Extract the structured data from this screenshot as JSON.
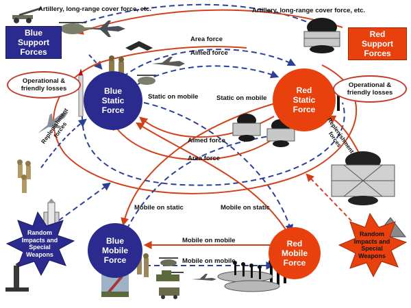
{
  "colors": {
    "blue": "#2a2a8f",
    "red": "#e8410d",
    "blue_arrow": "#2b3f96",
    "red_arrow": "#d2401a"
  },
  "boxes": {
    "blue_support": "Blue\nSupport\nForces",
    "red_support": "Red\nSupport\nForces"
  },
  "nodes": {
    "blue_static": "Blue\nStatic\nForce",
    "red_static": "Red\nStatic\nForce",
    "blue_mobile": "Blue\nMobile\nForce",
    "red_mobile": "Red\nMobile\nForce"
  },
  "losses": {
    "blue": "Operational &\nfriendly losses",
    "red": "Operational &\nfriendly losses"
  },
  "random": {
    "blue": "Random\nImpacts and\nSpecial\nWeapons",
    "red": "Random\nImpacts and\nSpecial\nWeapons"
  },
  "labels": {
    "artillery_blue": "Artillery, long-range cover force, etc.",
    "artillery_red": "Artillery, long-range cover force, etc.",
    "area_force_top": "Area force",
    "aimed_force_top": "Aimed force",
    "static_on_mobile_blue": "Static on mobile",
    "static_on_mobile_red": "Static on mobile",
    "aimed_force_mid": "Aimed force",
    "area_force_mid": "Area force",
    "replenishment_blue": "Replenishment\nforces",
    "replenishment_red": "Replenishment\nforces",
    "mobile_on_static_left": "Mobile on static",
    "mobile_on_static_right": "Mobile on static",
    "mobile_on_mobile_top": "Mobile on mobile",
    "mobile_on_mobile_bottom": "Mobile on mobile"
  },
  "icons": [
    "cannon-icon",
    "helicopter-icon",
    "jet-icon",
    "stealth-bomber-icon",
    "bomber-icon",
    "soldier-icon",
    "tank-icon",
    "alien-saucer-icon",
    "alien-figure-icon",
    "space-shuttle-icon",
    "microscope-icon",
    "missile-icon",
    "apc-icon"
  ]
}
